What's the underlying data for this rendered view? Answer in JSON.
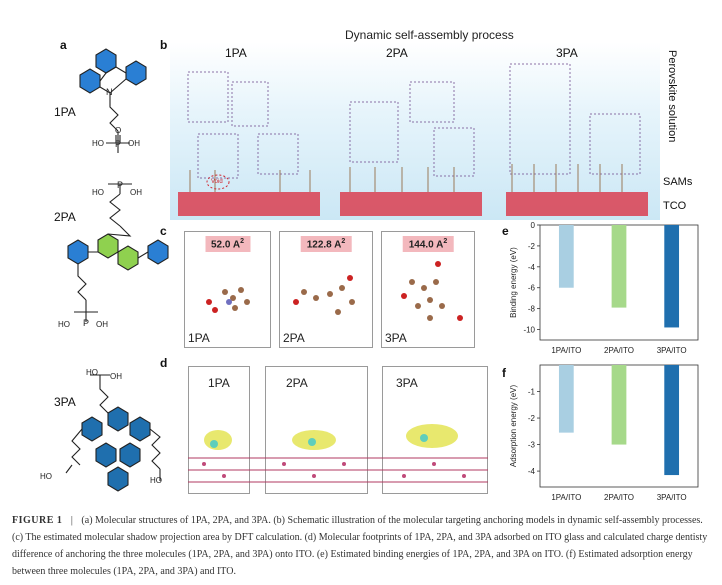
{
  "panels": {
    "a": "a",
    "b": "b",
    "c": "c",
    "d": "d",
    "e": "e",
    "f": "f"
  },
  "molecules": [
    "1PA",
    "2PA",
    "3PA"
  ],
  "scheme": {
    "title": "Dynamic self-assembly process",
    "labels": [
      "1PA",
      "2PA",
      "3PA"
    ],
    "void_label": "Void",
    "side_labels": [
      "Perovskite solution",
      "SAMs",
      "TCO"
    ]
  },
  "footprints": {
    "areas": [
      "52.0 A",
      "122.8 A",
      "144.0 A"
    ],
    "labels": [
      "1PA",
      "2PA",
      "3PA"
    ]
  },
  "charge_density": {
    "labels": [
      "1PA",
      "2PA",
      "3PA"
    ]
  },
  "chart_data": [
    {
      "type": "bar",
      "panel": "e",
      "categories": [
        "1PA/ITO",
        "2PA/ITO",
        "3PA/ITO"
      ],
      "values": [
        -6.0,
        -7.9,
        -9.8
      ],
      "colors": [
        "#a9cfe2",
        "#a6d98a",
        "#1f6fae"
      ],
      "ylabel": "Binding energy (eV)",
      "ylim": [
        -11,
        0
      ],
      "yticks": [
        0,
        -2,
        -4,
        -6,
        -8,
        -10
      ]
    },
    {
      "type": "bar",
      "panel": "f",
      "categories": [
        "1PA/ITO",
        "2PA/ITO",
        "3PA/ITO"
      ],
      "values": [
        -2.55,
        -3.0,
        -4.15
      ],
      "colors": [
        "#a9cfe2",
        "#a6d98a",
        "#1f6fae"
      ],
      "ylabel": "Adsorption energy (eV)",
      "ylim": [
        -4.6,
        0
      ],
      "yticks": [
        -1,
        -2,
        -3,
        -4
      ]
    }
  ],
  "caption": {
    "figure": "FIGURE 1",
    "separator": "|",
    "text": "(a) Molecular structures of 1PA, 2PA, and 3PA. (b) Schematic illustration of the molecular targeting anchoring models in dynamic self-assembly processes. (c) The estimated molecular shadow projection area by DFT calculation. (d) Molecular footprints of 1PA, 2PA, and 3PA adsorbed on ITO glass and calculated charge dentisty difference of anchoring the three molecules (1PA, 2PA, and 3PA) onto ITO. (e) Estimated binding energies of 1PA, 2PA, and 3PA on ITO. (f) Estimated adsorption energy between three molecules (1PA, 2PA, and 3PA) and ITO."
  },
  "colors": {
    "carbazole": "#2a7fd4",
    "fused_green": "#8fd14f",
    "scheme_bg": "#d9eef8",
    "tco": "#d9485a",
    "badge": "#f3b8bd"
  },
  "chem": {
    "N": "N",
    "P": "P",
    "HO": "HO",
    "OH": "OH",
    "O": "O"
  }
}
